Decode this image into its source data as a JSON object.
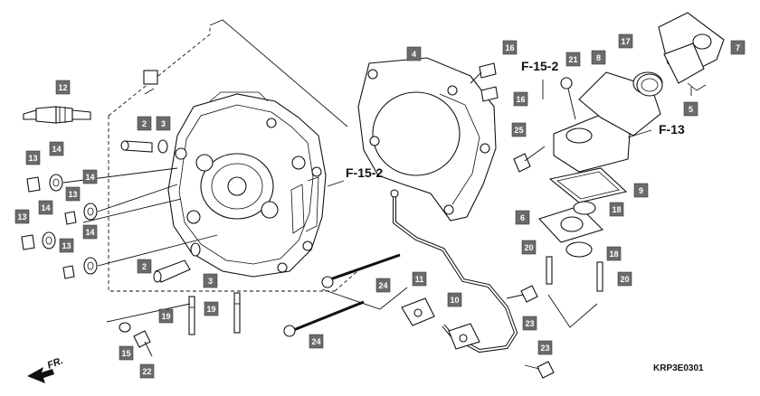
{
  "diagram": {
    "code": "KRP3E0301",
    "direction_label": "FR.",
    "references": [
      "F-15-2",
      "F-15-2",
      "F-13"
    ],
    "callouts": [
      "12",
      "2",
      "3",
      "13",
      "14",
      "14",
      "13",
      "13",
      "14",
      "14",
      "13",
      "2",
      "3",
      "19",
      "19",
      "15",
      "22",
      "24",
      "24",
      "4",
      "16",
      "16",
      "21",
      "17",
      "7",
      "8",
      "5",
      "25",
      "9",
      "18",
      "6",
      "18",
      "20",
      "20",
      "11",
      "10",
      "23",
      "23"
    ]
  }
}
